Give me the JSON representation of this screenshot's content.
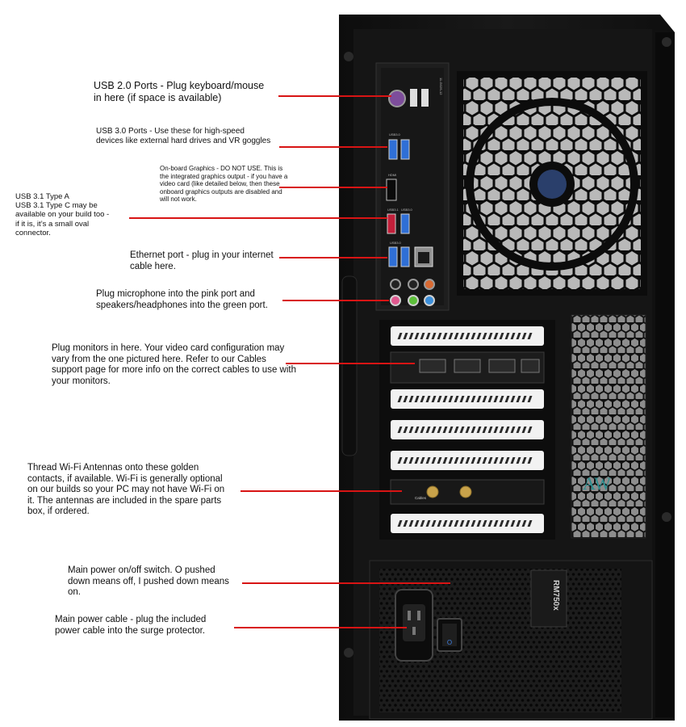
{
  "colors": {
    "callout_line": "#d81414",
    "case_body": "#121212",
    "io_shield": "#1b1b1b",
    "usb3_blue": "#2f6fd6",
    "usb31_red": "#c21f3a",
    "audio_pink": "#e0588f",
    "audio_green": "#5cbf3a",
    "audio_blue": "#3b8ed9",
    "gold": "#c8a24a"
  },
  "callouts": {
    "usb2": {
      "line1": "USB 2.0 Ports - Plug keyboard/mouse",
      "line2": "in here (if space is available)"
    },
    "usb3": {
      "line1": "USB 3.0 Ports - Use these for high-speed",
      "line2": "devices like external hard drives and VR goggles"
    },
    "onboard": {
      "line1": "On-board Graphics - DO NOT USE. This is",
      "line2": "the integrated graphics output - if you have a",
      "line3": "video card (like detailed below, then these",
      "line4": "onboard graphics outputs are disabled and",
      "line5": "will not work."
    },
    "usb31": {
      "line1": "USB 3.1 Type A",
      "line2": "USB 3.1 Type C may be",
      "line3": "available on your build too -",
      "line4": "if it is, it’s a small oval",
      "line5": "connector."
    },
    "ethernet": {
      "line1": "Ethernet port - plug in your internet",
      "line2": "cable here."
    },
    "audio": {
      "line1": "Plug microphone into the pink port and",
      "line2": "speakers/headphones into the green port."
    },
    "monitors": {
      "line1": "Plug monitors in here. Your video card configuration may",
      "line2": "vary from the one pictured here. Refer to our Cables",
      "line3": "support page for more info on the correct cables to use with",
      "line4": "your monitors."
    },
    "wifi": {
      "line1": "Thread Wi-Fi Antennas onto these golden",
      "line2": "contacts, if available. Wi-Fi is generally optional",
      "line3": "on our builds so your PC may not have Wi-Fi on",
      "line4": "it. The antennas are included in the spare parts",
      "line5": "box, if ordered."
    },
    "power_switch": {
      "line1": "Main power on/off switch. O pushed",
      "line2": "down means off, I pushed down means",
      "line3": "on."
    },
    "power_cable": {
      "line1": "Main power cable - plug the included",
      "line2": "power cable into the surge protector."
    }
  },
  "case_markings": {
    "psu_model": "RM750x",
    "io_usb30": "USB3.0",
    "io_hdmi": "HDMI",
    "io_usb31": "USB3.1",
    "io_usb30b": "USB3.0",
    "io_usb30c": "USB3.0",
    "io_part": "11-G02S-12",
    "wifi_card_brand": "Cables",
    "case_logo": "AW"
  }
}
